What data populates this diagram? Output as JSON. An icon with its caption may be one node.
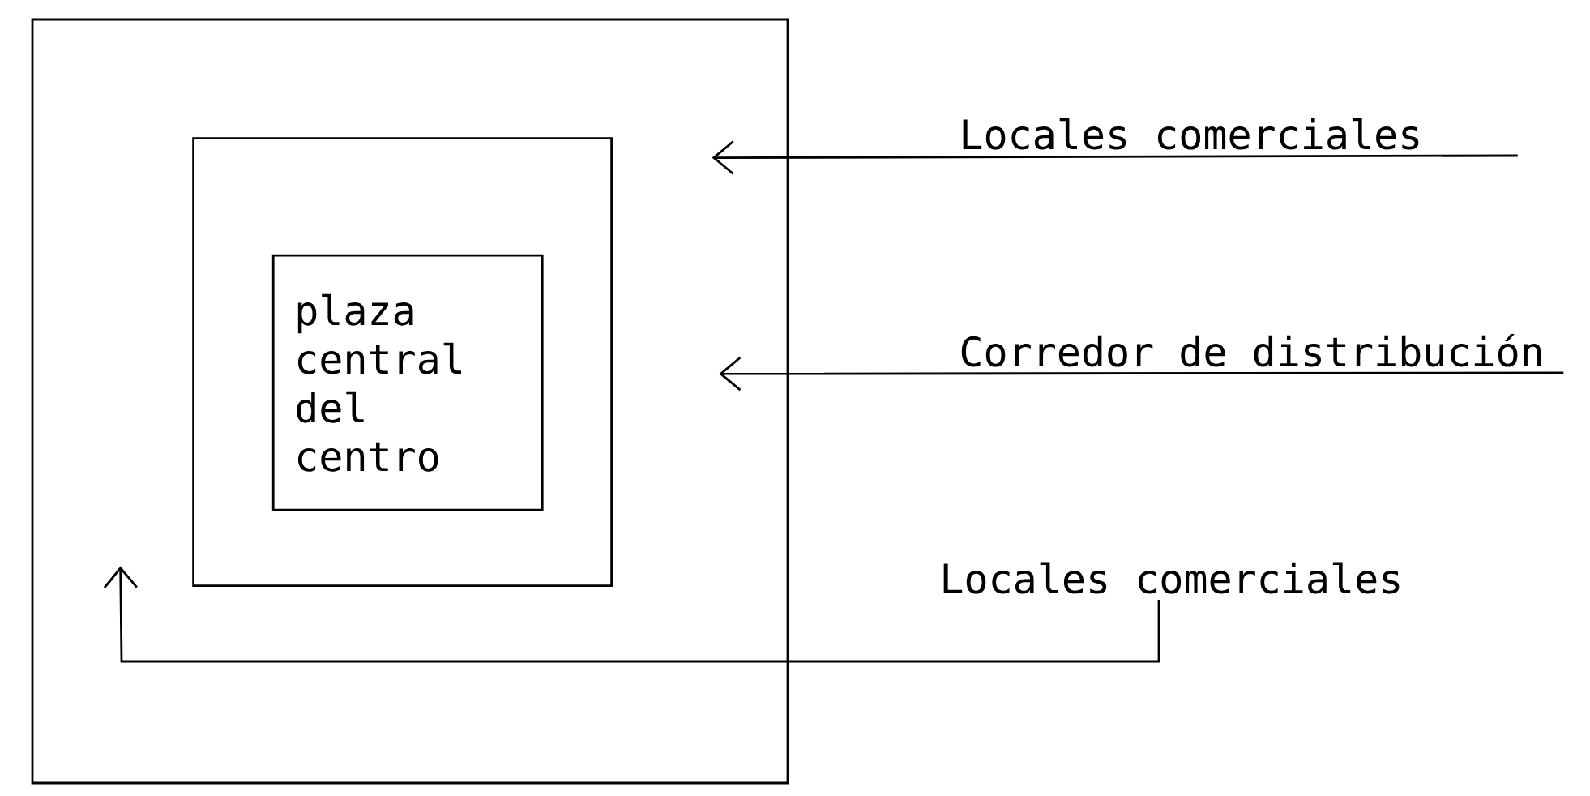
{
  "diagram": {
    "nodes": [
      {
        "text": [],
        "shape": "box"
      },
      {
        "text": [],
        "shape": "box",
        "in": 0
      },
      {
        "text": [
          "plaza central del centro"
        ],
        "in": 1
      },
      {
        "text": [
          "Locales comerciales"
        ]
      },
      {
        "text": [
          "Corredor de distribución"
        ]
      },
      {
        "text": [
          "Locales comerciales"
        ]
      }
    ],
    "edges": [
      {
        "from": 3,
        "to": 0,
        "arrow": "to"
      },
      {
        "from": 4,
        "to": 1,
        "arrow": "to"
      },
      {
        "from": 5,
        "to": 0,
        "arrow": "to"
      }
    ]
  }
}
